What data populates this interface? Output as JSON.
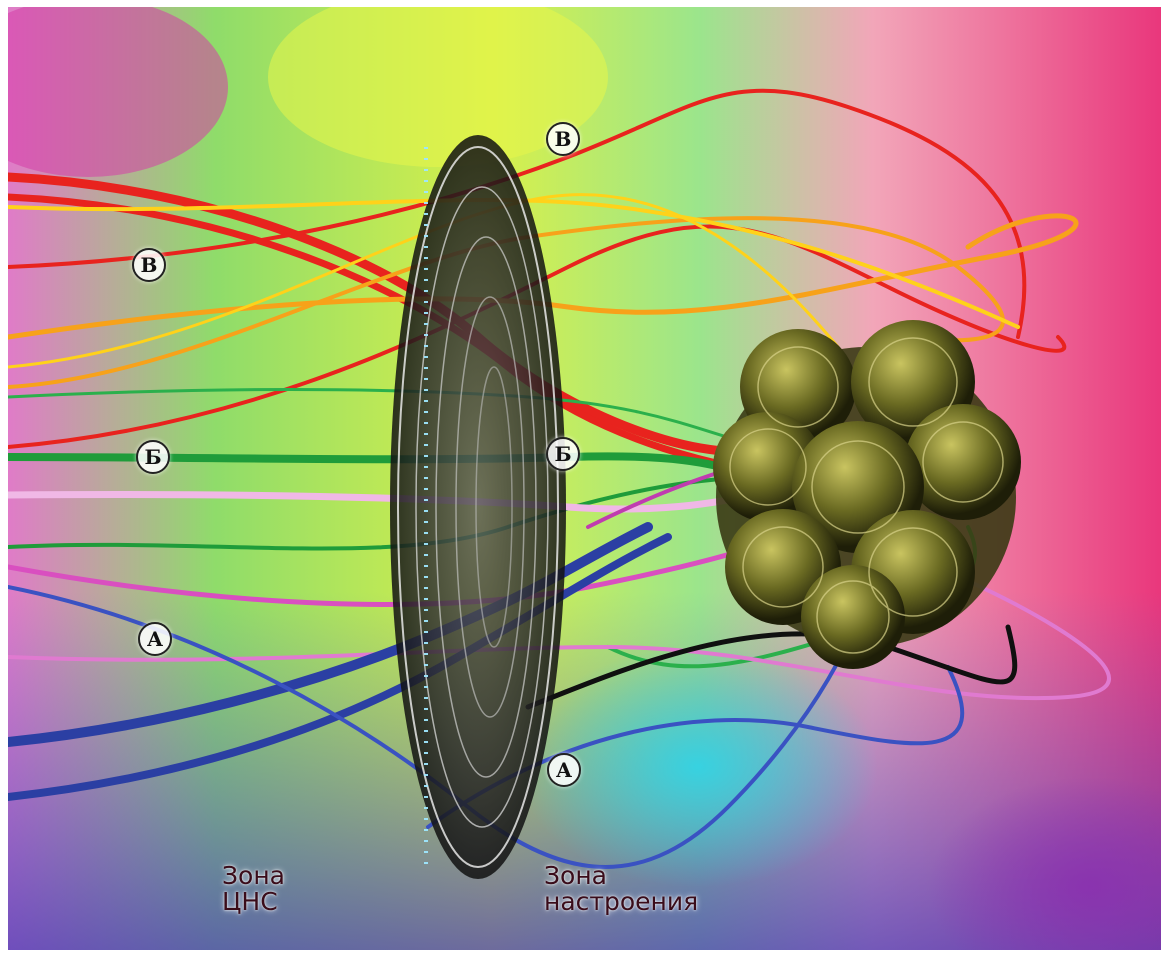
{
  "markers": {
    "v_top": "В",
    "v_left": "В",
    "b_left": "Б",
    "b_mid": "Б",
    "a_left": "А",
    "a_bottom": "А"
  },
  "zones": {
    "cns_line1": "Зона",
    "cns_line2": "ЦНС",
    "mood_line1": "Зона",
    "mood_line2": "настроения"
  },
  "colors": {
    "v_strands": "#e8231e",
    "v_strands_alt": "#f7a21a",
    "b_strands": "#1f9c3a",
    "a_strands": "#2b3fa3",
    "pink_strands": "#d94fc0",
    "background_left": "#e07bc8",
    "background_center": "#c9ef3d",
    "background_right": "#e9377c",
    "cluster": "#6a6a22"
  }
}
